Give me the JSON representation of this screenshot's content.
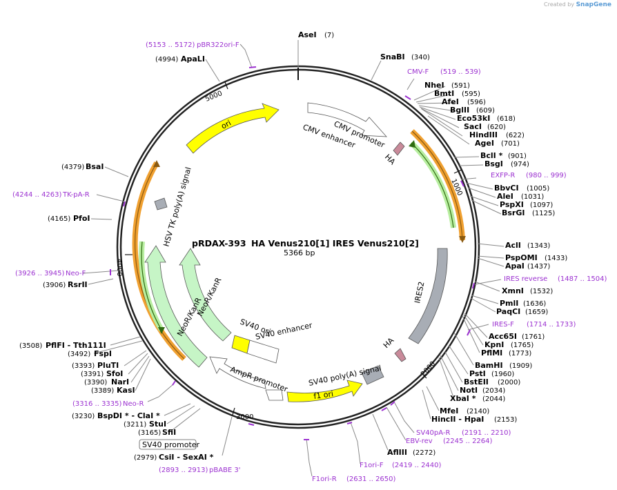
{
  "brand": {
    "created_by": "Created by",
    "name": "SnapGene"
  },
  "plasmid": {
    "name": "pRDAX-393",
    "description": "HA Venus210[1] IRES Venus210[2]",
    "size_label": "5366 bp"
  },
  "ticks": [
    "1000",
    "2000",
    "3000",
    "4000",
    "5000"
  ],
  "sites": [
    {
      "name": "AseI",
      "pos": "(7)"
    },
    {
      "name": "SnaBI",
      "pos": "(340)"
    },
    {
      "name": "NheI",
      "pos": "(591)"
    },
    {
      "name": "BmtI",
      "pos": "(595)"
    },
    {
      "name": "AfeI",
      "pos": "(596)"
    },
    {
      "name": "BglII",
      "pos": "(609)"
    },
    {
      "name": "Eco53kI",
      "pos": "(618)"
    },
    {
      "name": "SacI",
      "pos": "(620)"
    },
    {
      "name": "HindIII",
      "pos": "(622)"
    },
    {
      "name": "AgeI",
      "pos": "(701)"
    },
    {
      "name": "BclI *",
      "pos": "(901)"
    },
    {
      "name": "BsgI",
      "pos": "(974)"
    },
    {
      "name": "BbvCI",
      "pos": "(1005)"
    },
    {
      "name": "AleI",
      "pos": "(1031)"
    },
    {
      "name": "PspXI",
      "pos": "(1097)"
    },
    {
      "name": "BsrGI",
      "pos": "(1125)"
    },
    {
      "name": "AclI",
      "pos": "(1343)"
    },
    {
      "name": "PspOMI",
      "pos": "(1433)"
    },
    {
      "name": "ApaI",
      "pos": "(1437)"
    },
    {
      "name": "XmnI",
      "pos": "(1532)"
    },
    {
      "name": "PmlI",
      "pos": "(1636)"
    },
    {
      "name": "PaqCI",
      "pos": "(1659)"
    },
    {
      "name": "Acc65I",
      "pos": "(1761)"
    },
    {
      "name": "KpnI",
      "pos": "(1765)"
    },
    {
      "name": "PflMI",
      "pos": "(1773)"
    },
    {
      "name": "BamHI",
      "pos": "(1909)"
    },
    {
      "name": "PstI",
      "pos": "(1960)"
    },
    {
      "name": "BstEII",
      "pos": "(2000)"
    },
    {
      "name": "NotI",
      "pos": "(2034)"
    },
    {
      "name": "XbaI *",
      "pos": "(2044)"
    },
    {
      "name": "MfeI",
      "pos": "(2140)"
    },
    {
      "name": "HincII - HpaI",
      "pos": "(2153)"
    },
    {
      "name": "AflIII",
      "pos": "(2272)"
    },
    {
      "name": "CsiI - SexAI *",
      "pos": "(2979)"
    },
    {
      "name": "SfiI",
      "pos": "(3165)"
    },
    {
      "name": "StuI",
      "pos": "(3211)"
    },
    {
      "name": "BspDI * - ClaI *",
      "pos": "(3230)"
    },
    {
      "name": "KasI",
      "pos": "(3389)"
    },
    {
      "name": "NarI",
      "pos": "(3390)"
    },
    {
      "name": "SfoI",
      "pos": "(3391)"
    },
    {
      "name": "PluTI",
      "pos": "(3393)"
    },
    {
      "name": "FspI",
      "pos": "(3492)"
    },
    {
      "name": "PflFI - Tth111I",
      "pos": "(3508)"
    },
    {
      "name": "RsrII",
      "pos": "(3906)"
    },
    {
      "name": "PfoI",
      "pos": "(4165)"
    },
    {
      "name": "BsaI",
      "pos": "(4379)"
    },
    {
      "name": "ApaLI",
      "pos": "(4994)"
    }
  ],
  "primers": [
    {
      "name": "pBR322ori-F",
      "range": "(5153 .. 5172)"
    },
    {
      "name": "CMV-F",
      "range": "(519 .. 539)"
    },
    {
      "name": "EXFP-R",
      "range": "(980 .. 999)"
    },
    {
      "name": "IRES reverse",
      "range": "(1487 .. 1504)"
    },
    {
      "name": "IRES-F",
      "range": "(1714 .. 1733)"
    },
    {
      "name": "SV40pA-R",
      "range": "(2191 .. 2210)"
    },
    {
      "name": "EBV-rev",
      "range": "(2245 .. 2264)"
    },
    {
      "name": "F1ori-F",
      "range": "(2419 .. 2440)"
    },
    {
      "name": "F1ori-R",
      "range": "(2631 .. 2650)"
    },
    {
      "name": "pBABE 3'",
      "range": "(2893 .. 2913)"
    },
    {
      "name": "Neo-R",
      "range": "(3316 .. 3335)"
    },
    {
      "name": "Neo-F",
      "range": "(3926 .. 3945)"
    },
    {
      "name": "TK-pA-R",
      "range": "(4244 .. 4263)"
    }
  ],
  "features": {
    "ori": "ori",
    "cmv_enhancer": "CMV enhancer",
    "cmv_promoter": "CMV promoter",
    "ha1": "HA",
    "ha2": "HA",
    "ires2": "IRES2",
    "sv40_polya": "SV40 poly(A) signal",
    "f1_ori": "f1 ori",
    "ampr_promoter": "AmpR promoter",
    "sv40_ori": "SV40 ori",
    "sv40_enhancer": "SV40 enhancer",
    "neor_inner": "NeoR/KanR",
    "neor_outer": "NeoR/KanR",
    "hsv_tk": "HSV TK poly(A) signal",
    "sv40_promoter_box": "SV40 promoter"
  },
  "colors": {
    "ori": "#ffff00",
    "venus_orange": "#f0a030",
    "venus_green": "#55b020",
    "neor": "#c6f5c6",
    "ires": "#a8adb5",
    "ha": "#c98a9a",
    "primer": "#9b30d0"
  }
}
